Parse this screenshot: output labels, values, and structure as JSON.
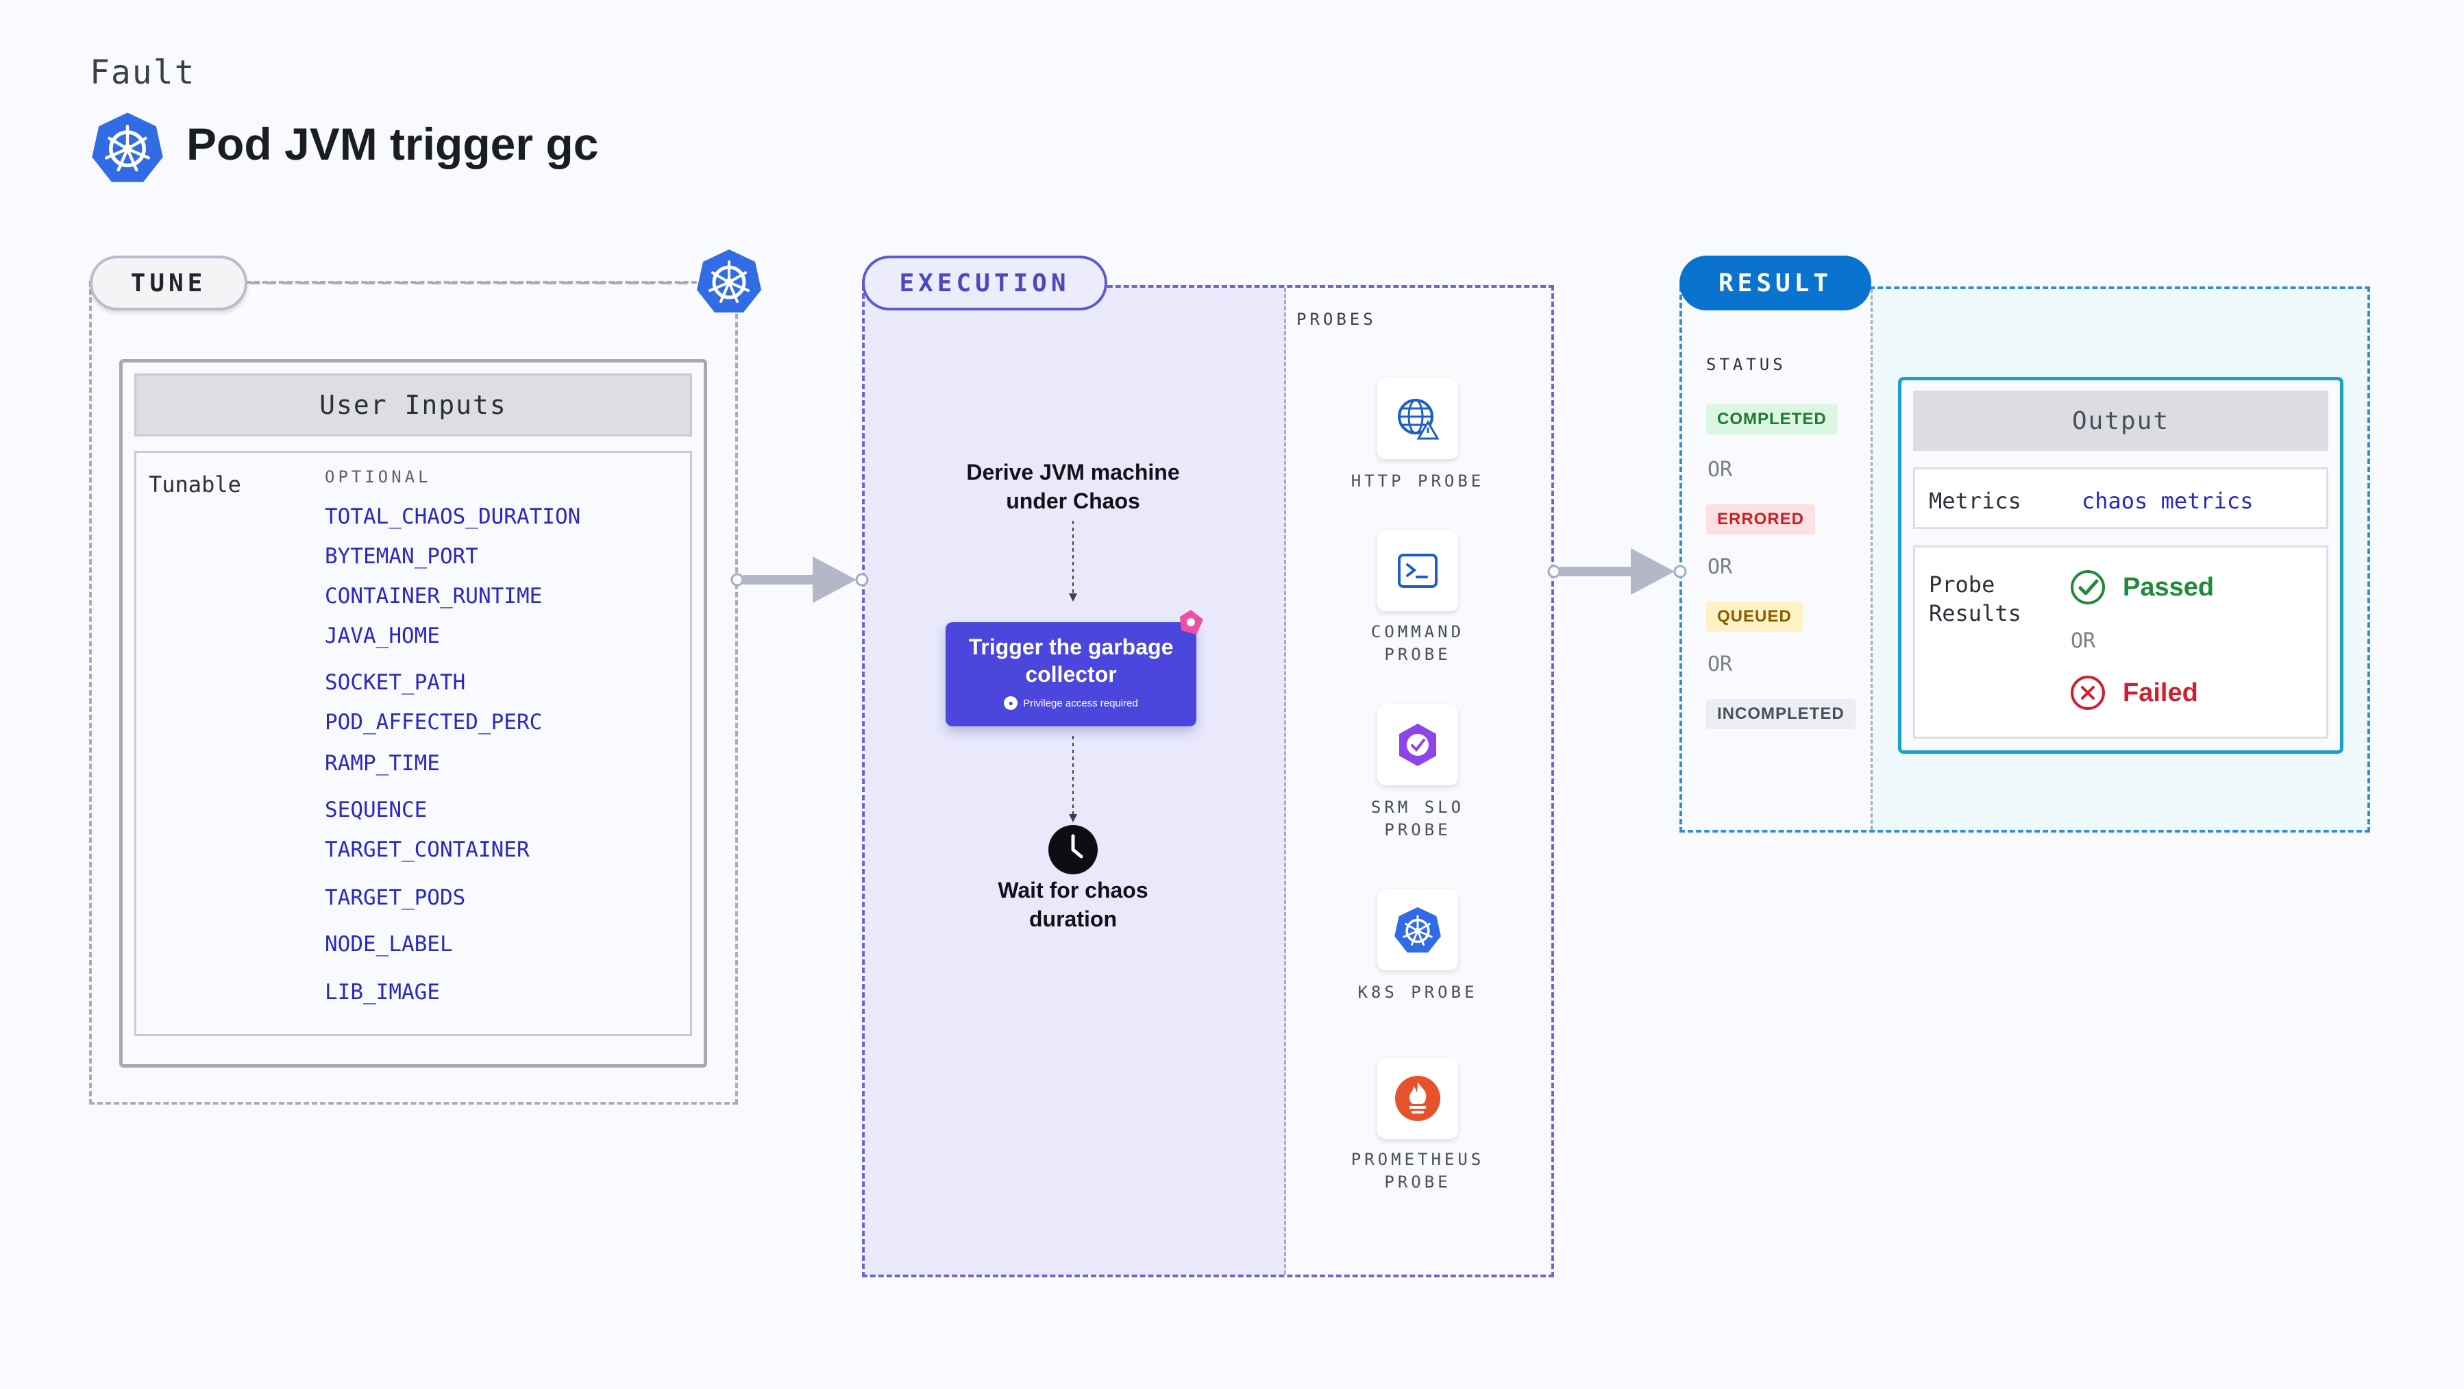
{
  "header": {
    "section_label": "Fault",
    "title": "Pod JVM trigger gc",
    "logo_icon": "kubernetes-icon"
  },
  "tune": {
    "pill_label": "TUNE",
    "user_inputs_title": "User Inputs",
    "tunable_label": "Tunable",
    "optional_label": "OPTIONAL",
    "tunables": [
      "TOTAL_CHAOS_DURATION",
      "BYTEMAN_PORT",
      "CONTAINER_RUNTIME",
      "JAVA_HOME",
      "SOCKET_PATH",
      "POD_AFFECTED_PERC",
      "RAMP_TIME",
      "SEQUENCE",
      "TARGET_CONTAINER",
      "TARGET_PODS",
      "NODE_LABEL",
      "LIB_IMAGE"
    ]
  },
  "execution": {
    "pill_label": "EXECUTION",
    "step1": "Derive JVM machine under Chaos",
    "action_title": "Trigger the garbage collector",
    "action_note": "Privilege access required",
    "step3": "Wait for chaos duration",
    "probes_label": "PROBES",
    "probes": [
      {
        "icon": "http-globe-icon",
        "line1": "HTTP PROBE",
        "line2": ""
      },
      {
        "icon": "terminal-icon",
        "line1": "COMMAND",
        "line2": "PROBE"
      },
      {
        "icon": "srm-slo-icon",
        "line1": "SRM SLO",
        "line2": "PROBE"
      },
      {
        "icon": "kubernetes-icon",
        "line1": "K8S PROBE",
        "line2": ""
      },
      {
        "icon": "prometheus-icon",
        "line1": "PROMETHEUS",
        "line2": "PROBE"
      }
    ]
  },
  "result": {
    "pill_label": "RESULT",
    "status_label": "STATUS",
    "statuses": [
      "COMPLETED",
      "ERRORED",
      "QUEUED",
      "INCOMPLETED"
    ],
    "or_text": "OR",
    "output_title": "Output",
    "metrics_label": "Metrics",
    "metrics_value": "chaos metrics",
    "probe_results_label": "Probe Results",
    "passed": "Passed",
    "failed": "Failed"
  },
  "colors": {
    "accent_indigo": "#4b46dc",
    "result_blue": "#0a73d0",
    "tunable_text": "#2a28c4",
    "passed_green": "#1f8a3a",
    "failed_red": "#d02030"
  }
}
